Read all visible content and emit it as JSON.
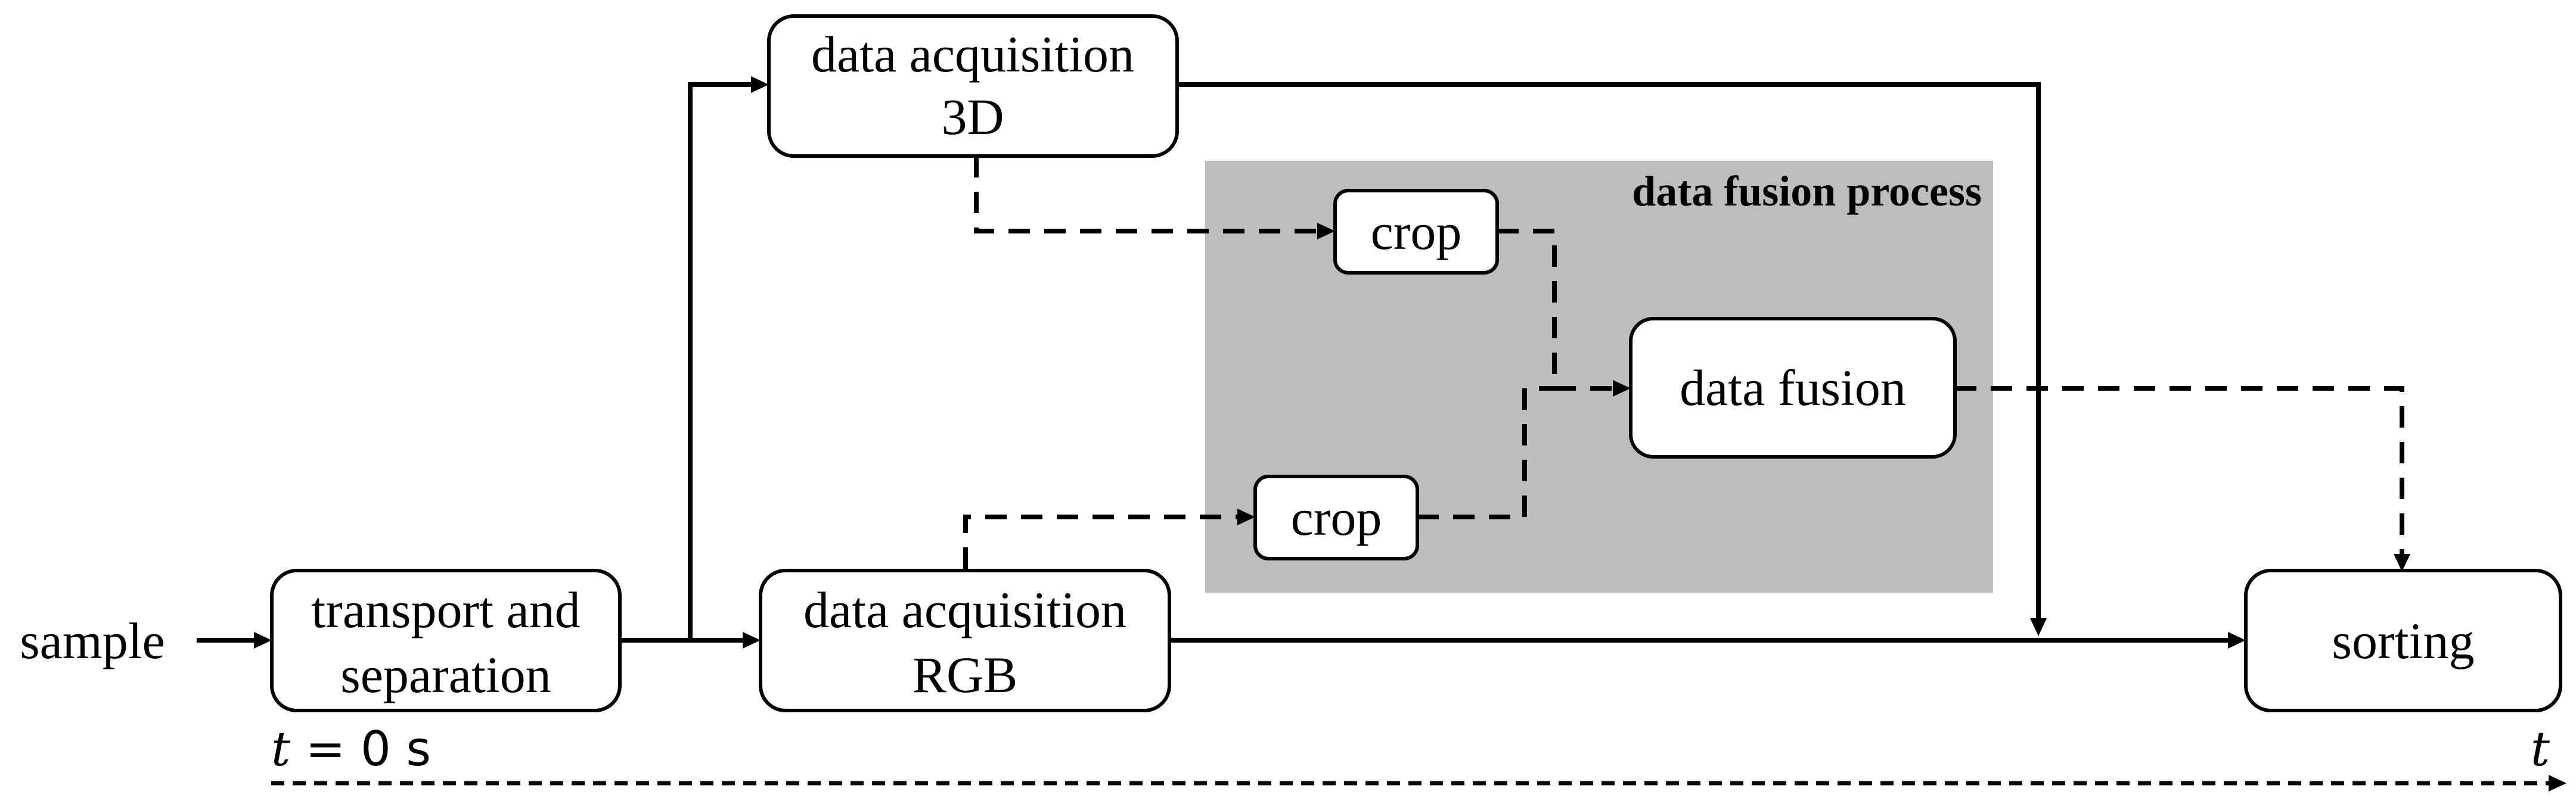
{
  "input_label": "sample",
  "nodes": {
    "transport": [
      "transport and",
      "separation"
    ],
    "acq3d": [
      "data acquisition",
      "3D"
    ],
    "acqrgb": [
      "data acquisition",
      "RGB"
    ],
    "crop_top": "crop",
    "crop_bottom": "crop",
    "fusion": "data fusion",
    "sorting": "sorting"
  },
  "region_title": "data fusion process",
  "timeline": {
    "start_var": "t",
    "start_eq": " = ",
    "start_value": "0 s",
    "end_var": "t"
  }
}
